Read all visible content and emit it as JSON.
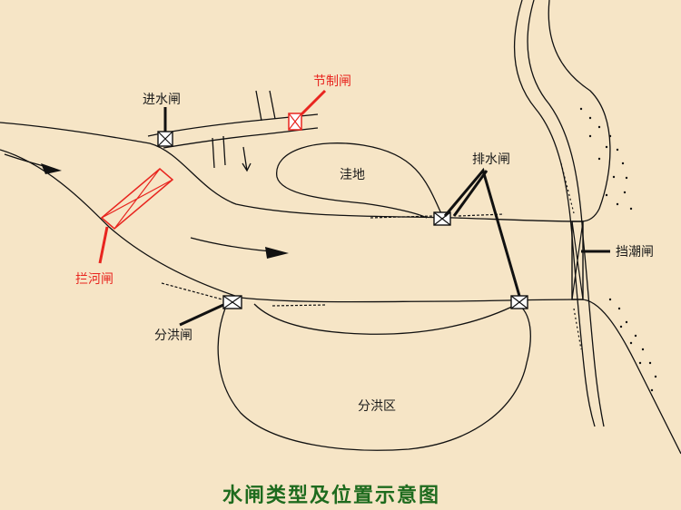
{
  "labels": {
    "intake_sluice": "进水闸",
    "regulating_sluice": "节制闸",
    "depression": "洼地",
    "drainage_sluice": "排水闸",
    "tide_gate": "挡潮闸",
    "barrage": "拦河闸",
    "diversion_sluice": "分洪闸",
    "flood_area": "分洪区"
  },
  "caption": "水闸类型及位置示意图",
  "colors": {
    "background": "#f6e5c6",
    "line": "#111111",
    "red_annotation": "#e8251f",
    "caption": "#1e6b1e"
  }
}
